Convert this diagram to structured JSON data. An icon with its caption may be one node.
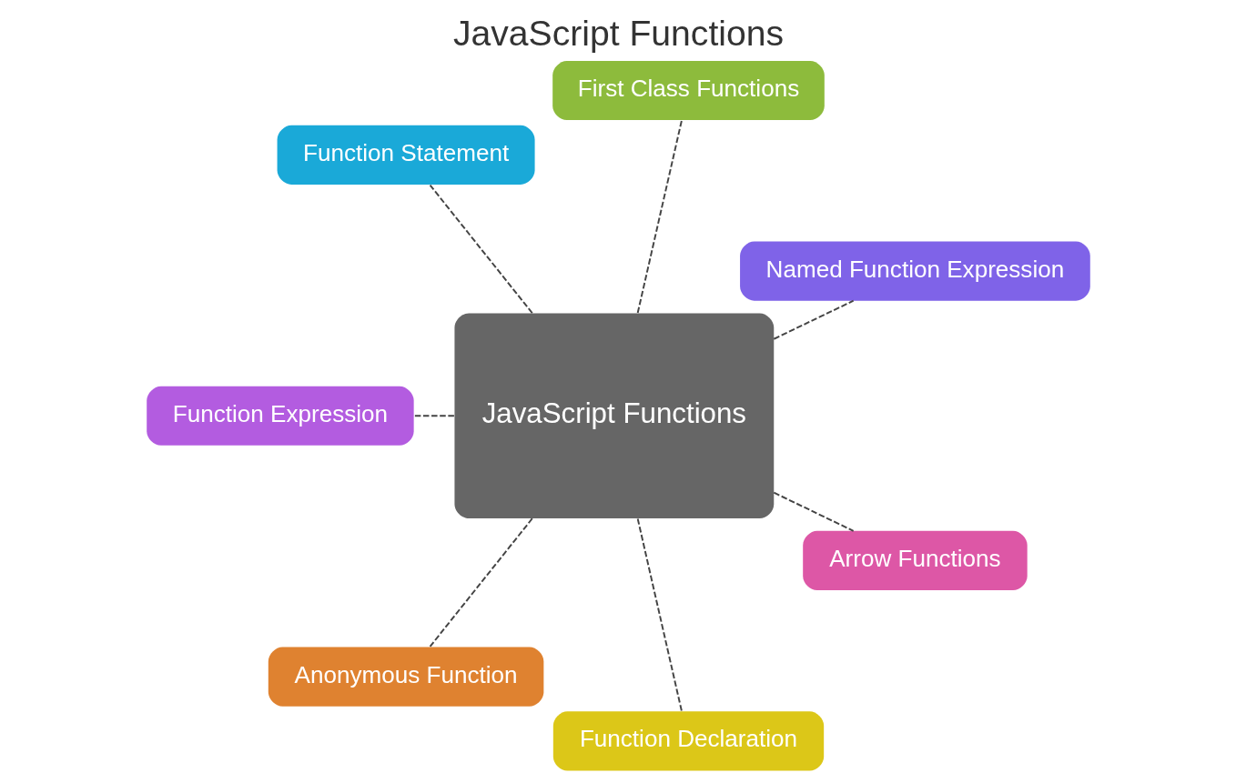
{
  "diagram": {
    "title": "JavaScript Functions",
    "nodes": [
      {
        "text": [
          "JavaScript Functions"
        ]
      },
      {
        "text": [
          "Named Function Expression"
        ]
      },
      {
        "text": [
          "First Class Functions"
        ]
      },
      {
        "text": [
          "Function Statement"
        ]
      },
      {
        "text": [
          "Function Expression"
        ]
      },
      {
        "text": [
          "Anonymous Function"
        ]
      },
      {
        "text": [
          "Function Declaration"
        ]
      },
      {
        "text": [
          "Arrow Functions"
        ]
      }
    ],
    "edges": [
      {
        "from": 0,
        "to": 1,
        "arrow": "none",
        "style": "dashed"
      },
      {
        "from": 0,
        "to": 2,
        "arrow": "none",
        "style": "dashed"
      },
      {
        "from": 0,
        "to": 3,
        "arrow": "none",
        "style": "dashed"
      },
      {
        "from": 0,
        "to": 4,
        "arrow": "none",
        "style": "dashed"
      },
      {
        "from": 0,
        "to": 5,
        "arrow": "none",
        "style": "dashed"
      },
      {
        "from": 0,
        "to": 6,
        "arrow": "none",
        "style": "dashed"
      },
      {
        "from": 0,
        "to": 7,
        "arrow": "none",
        "style": "dashed"
      }
    ]
  }
}
